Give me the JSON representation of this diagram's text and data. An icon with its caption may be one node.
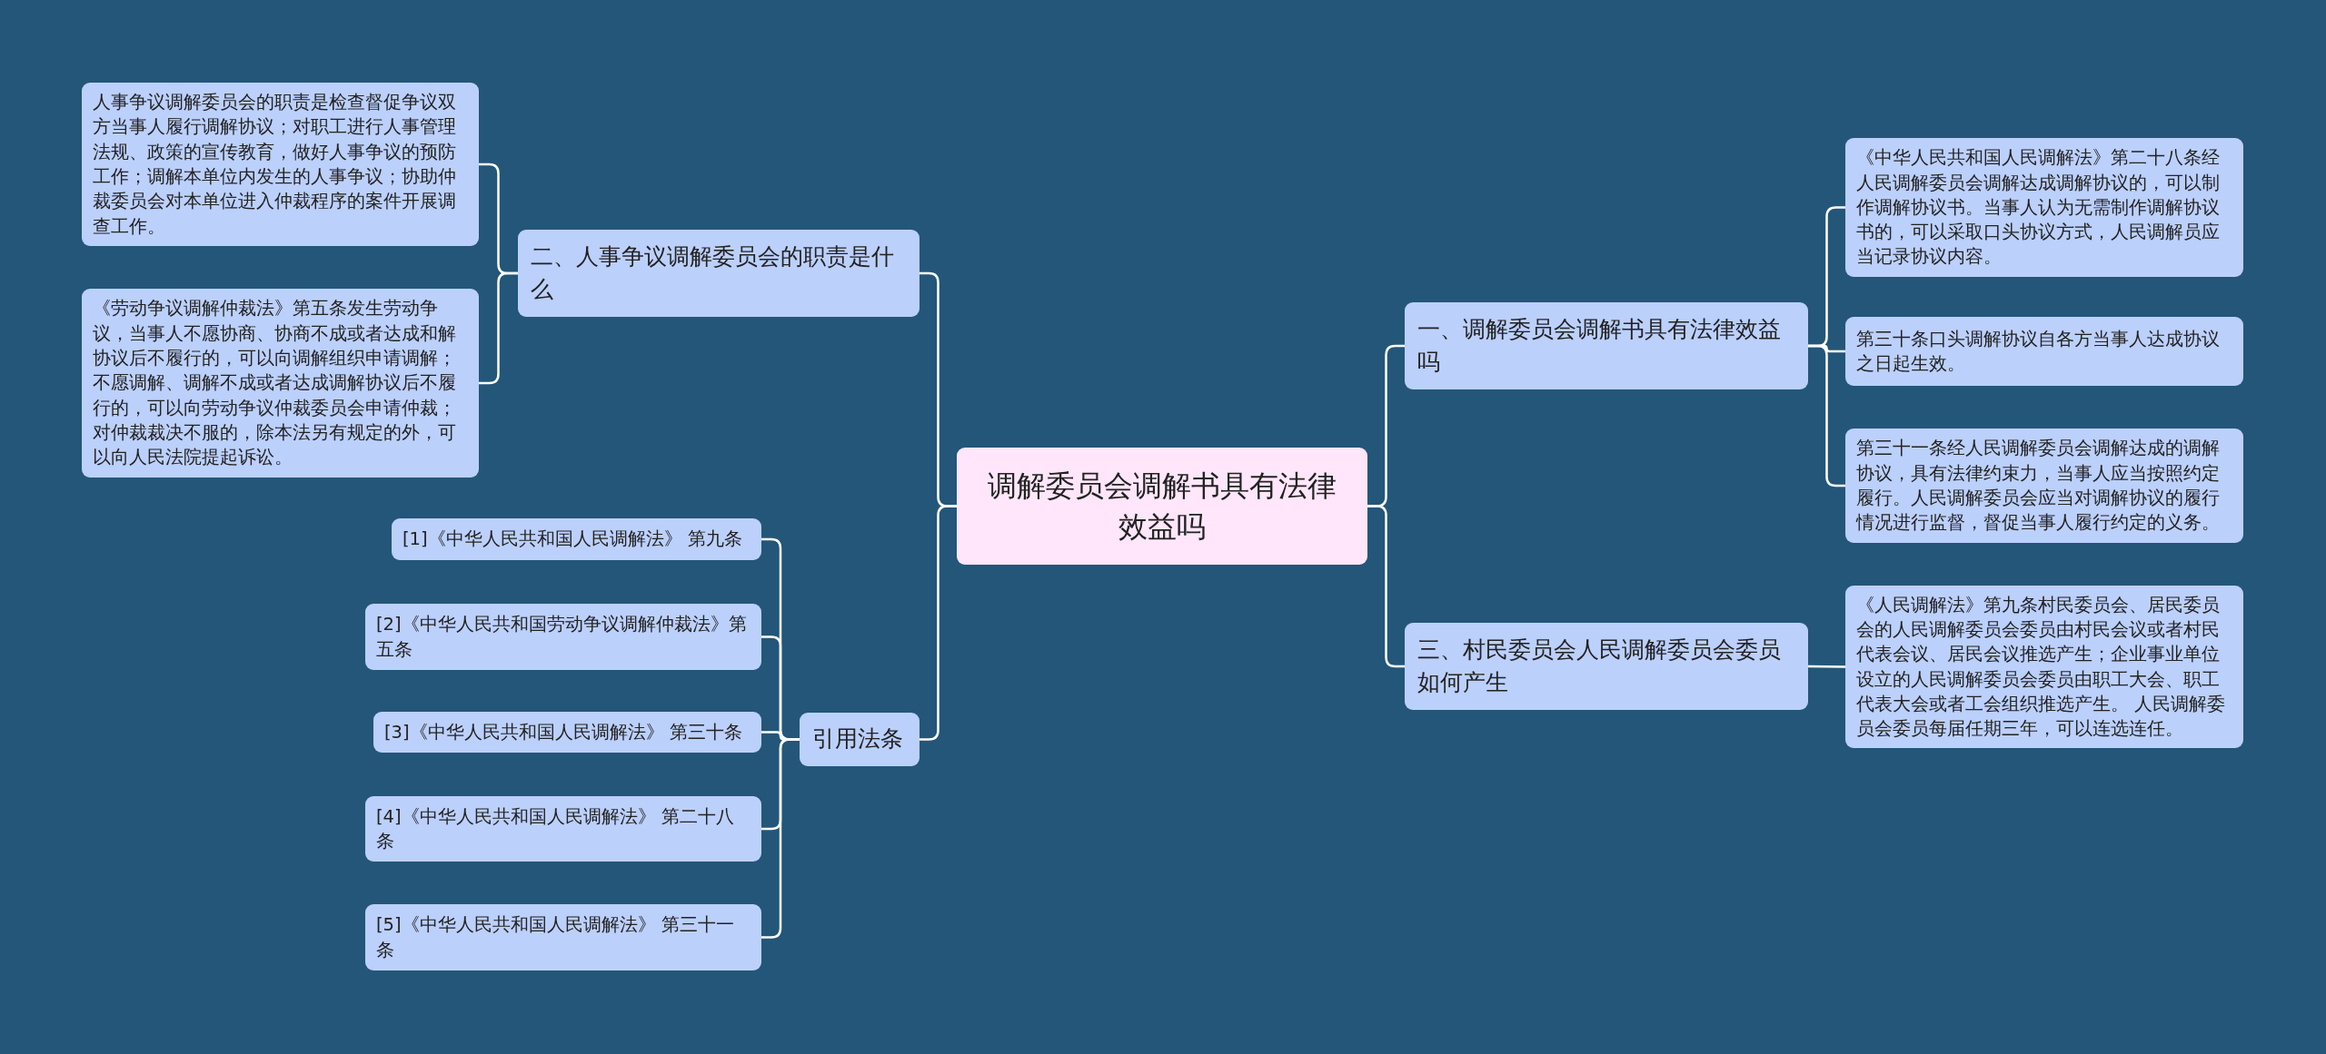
{
  "diagram": {
    "nodes": [
      {
        "text": [
          "调解委员会调解书具有法律效益吗"
        ]
      },
      {
        "text": [
          "二、人事争议调解委员会的职责是什么"
        ]
      },
      {
        "text": [
          "人事争议调解委员会的职责是检查督促争议双方当事人履行调解协议；对职工进行人事管理法规、政策的宣传教育，做好人事争议的预防工作；调解本单位内发生的人事争议；协助仲裁委员会对本单位进入仲裁程序的案件开展调查工作。"
        ]
      },
      {
        "text": [
          "《劳动争议调解仲裁法》第五条发生劳动争议，当事人不愿协商、协商不成或者达成和解协议后不履行的，可以向调解组织申请调解；不愿调解、调解不成或者达成调解协议后不履行的，可以向劳动争议仲裁委员会申请仲裁；对仲裁裁决不服的，除本法另有规定的外，可以向人民法院提起诉讼。"
        ]
      },
      {
        "text": [
          "引用法条"
        ]
      },
      {
        "text": [
          "[1]《中华人民共和国人民调解法》 第九条"
        ]
      },
      {
        "text": [
          "[2]《中华人民共和国劳动争议调解仲裁法》第五条"
        ]
      },
      {
        "text": [
          "[3]《中华人民共和国人民调解法》 第三十条"
        ]
      },
      {
        "text": [
          "[4]《中华人民共和国人民调解法》 第二十八条"
        ]
      },
      {
        "text": [
          "[5]《中华人民共和国人民调解法》 第三十一条"
        ]
      },
      {
        "text": [
          "一、调解委员会调解书具有法律效益吗"
        ]
      },
      {
        "text": [
          "《中华人民共和国人民调解法》第二十八条经人民调解委员会调解达成调解协议的，可以制作调解协议书。当事人认为无需制作调解协议书的，可以采取口头协议方式，人民调解员应当记录协议内容。"
        ]
      },
      {
        "text": [
          "第三十条口头调解协议自各方当事人达成协议之日起生效。"
        ]
      },
      {
        "text": [
          "第三十一条经人民调解委员会调解达成的调解协议，具有法律约束力，当事人应当按照约定履行。人民调解委员会应当对调解协议的履行情况进行监督，督促当事人履行约定的义务。"
        ]
      },
      {
        "text": [
          "三、村民委员会人民调解委员会委员如何产生"
        ]
      },
      {
        "text": [
          "《人民调解法》第九条村民委员会、居民委员会的人民调解委员会委员由村民会议或者村民代表会议、居民会议推选产生；企业事业单位设立的人民调解委员会委员由职工大会、职工代表大会或者工会组织推选产生。 人民调解委员会委员每届任期三年，可以连选连任。"
        ]
      }
    ],
    "edges": [
      {
        "from": 0,
        "to": 1,
        "arrow": "none"
      },
      {
        "from": 1,
        "to": 2,
        "arrow": "none"
      },
      {
        "from": 1,
        "to": 3,
        "arrow": "none"
      },
      {
        "from": 0,
        "to": 4,
        "arrow": "none"
      },
      {
        "from": 4,
        "to": 5,
        "arrow": "none"
      },
      {
        "from": 4,
        "to": 6,
        "arrow": "none"
      },
      {
        "from": 4,
        "to": 7,
        "arrow": "none"
      },
      {
        "from": 4,
        "to": 8,
        "arrow": "none"
      },
      {
        "from": 4,
        "to": 9,
        "arrow": "none"
      },
      {
        "from": 0,
        "to": 10,
        "arrow": "none"
      },
      {
        "from": 10,
        "to": 11,
        "arrow": "none"
      },
      {
        "from": 10,
        "to": 12,
        "arrow": "none"
      },
      {
        "from": 10,
        "to": 13,
        "arrow": "none"
      },
      {
        "from": 0,
        "to": 14,
        "arrow": "none"
      },
      {
        "from": 14,
        "to": 15,
        "arrow": "none"
      }
    ]
  }
}
